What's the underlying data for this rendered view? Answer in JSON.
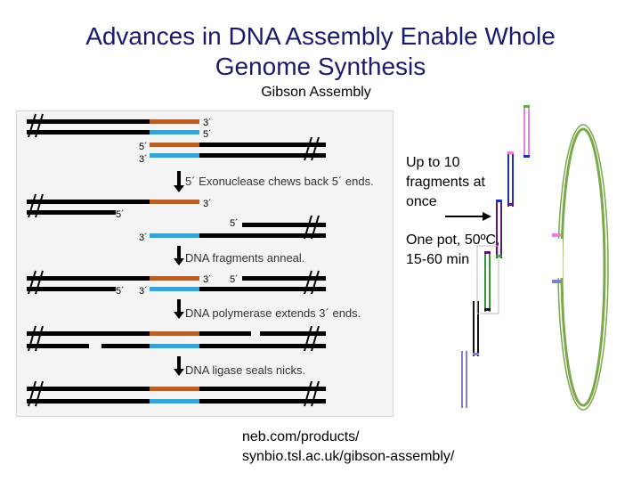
{
  "title_line1": "Advances in DNA Assembly Enable Whole",
  "title_line2": "Genome Synthesis",
  "subtitle": "Gibson Assembly",
  "steps": [
    "5´ Exonuclease chews back 5´ ends.",
    "DNA fragments anneal.",
    "DNA polymerase extends 3´ ends.",
    "DNA ligase seals nicks."
  ],
  "end_labels": {
    "three_prime": "3´",
    "five_prime": "5´"
  },
  "notes": {
    "fragments": "Up to 10 fragments at once",
    "conditions": "One pot, 50ºC, 15-60 min"
  },
  "source_urls": {
    "line1": "neb.com/products/",
    "line2": "synbio.tsl.ac.uk/gibson-assembly/"
  },
  "colors": {
    "title": "#1a1a6e",
    "overlap_orange": "#b8602a",
    "overlap_blue": "#3aa3d4",
    "dna": "#000000",
    "fragment_pink": "#e87ee0",
    "fragment_blue": "#1c2fbf",
    "fragment_purple": "#5a1a6e",
    "fragment_green": "#2e9a2e",
    "fragment_black": "#111111",
    "fragment_lavender": "#8080cc",
    "circle_green": "#7aa84a"
  }
}
